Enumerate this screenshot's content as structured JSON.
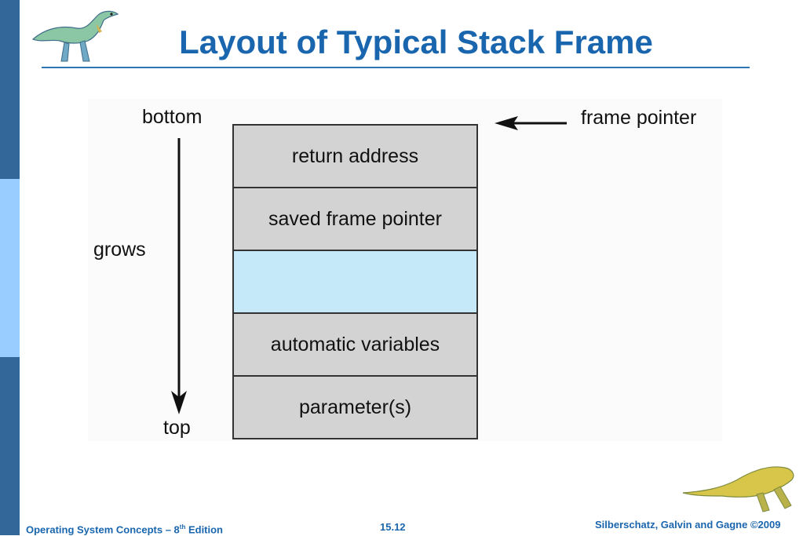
{
  "title": "Layout of Typical Stack Frame",
  "diagram": {
    "labels": {
      "bottom": "bottom",
      "grows": "grows",
      "top": "top",
      "frame_pointer": "frame pointer"
    },
    "stack_cells": [
      {
        "label": "return address"
      },
      {
        "label": "saved frame pointer"
      },
      {
        "label": ""
      },
      {
        "label": "automatic variables"
      },
      {
        "label": "parameter(s)"
      }
    ],
    "colors": {
      "cell_fill": "#D3D3D3",
      "highlight_fill": "#C6E9FA",
      "title": "#1A66AE"
    }
  },
  "footer": {
    "left_prefix": "Operating System Concepts – 8",
    "left_sup": "th",
    "left_suffix": " Edition",
    "center": "15.12",
    "right": "Silberschatz, Galvin and Gagne ©2009"
  }
}
